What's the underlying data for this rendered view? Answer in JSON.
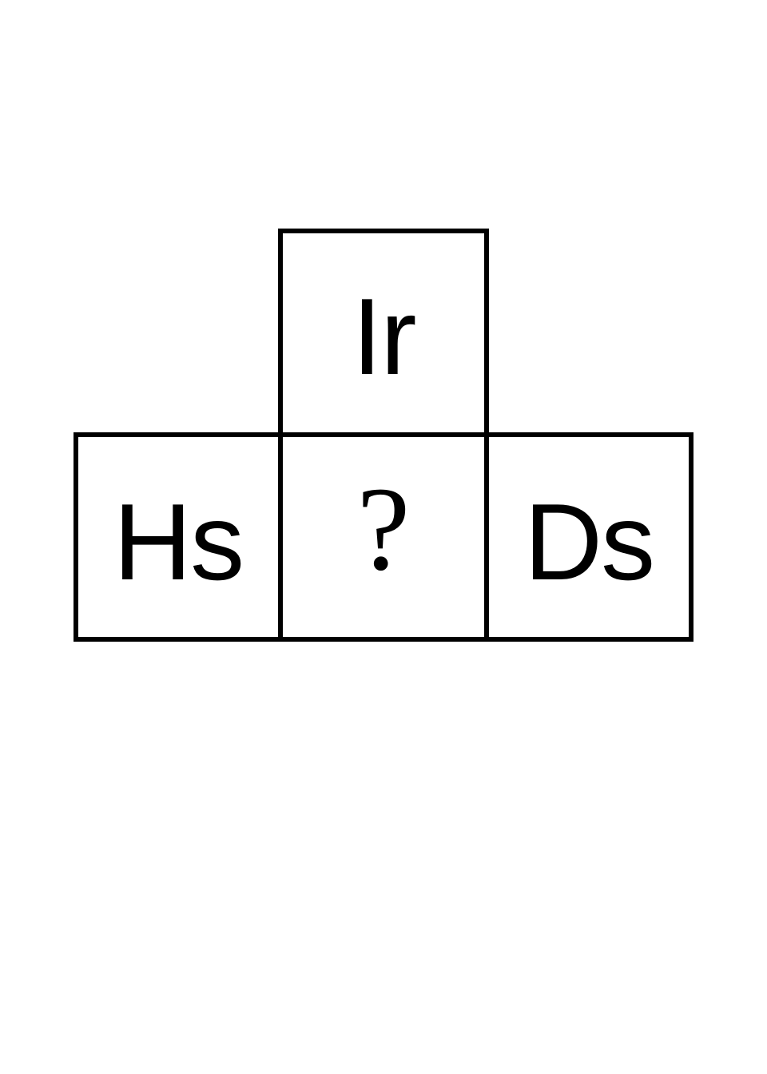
{
  "puzzle": {
    "top": "Ir",
    "left": "Hs",
    "center": "?",
    "right": "Ds"
  }
}
